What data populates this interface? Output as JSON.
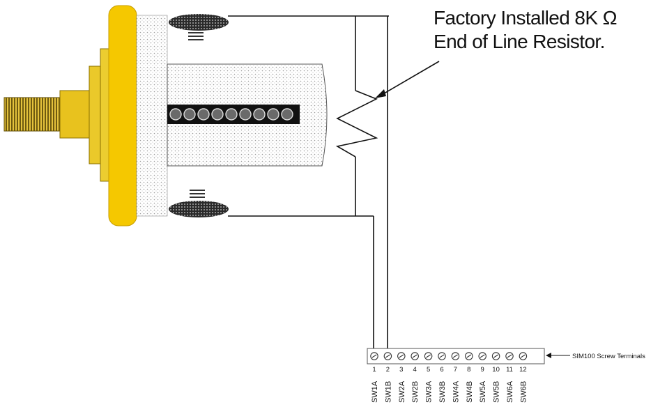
{
  "callout": {
    "line1": "Factory Installed 8K Ω",
    "line2": "End of Line Resistor."
  },
  "terminal_block": {
    "label": "SIM100 Screw Terminals",
    "terminals": [
      {
        "number": "1",
        "name": "SW1A"
      },
      {
        "number": "2",
        "name": "SW1B"
      },
      {
        "number": "3",
        "name": "SW2A"
      },
      {
        "number": "4",
        "name": "SW2B"
      },
      {
        "number": "5",
        "name": "SW3A"
      },
      {
        "number": "6",
        "name": "SW3B"
      },
      {
        "number": "7",
        "name": "SW4A"
      },
      {
        "number": "8",
        "name": "SW4B"
      },
      {
        "number": "9",
        "name": "SW5A"
      },
      {
        "number": "10",
        "name": "SW5B"
      },
      {
        "number": "11",
        "name": "SW6A"
      },
      {
        "number": "12",
        "name": "SW6B"
      }
    ]
  },
  "colors": {
    "flange": "#f5c800",
    "fitting": "#e8c21e",
    "wire": "#111111"
  }
}
